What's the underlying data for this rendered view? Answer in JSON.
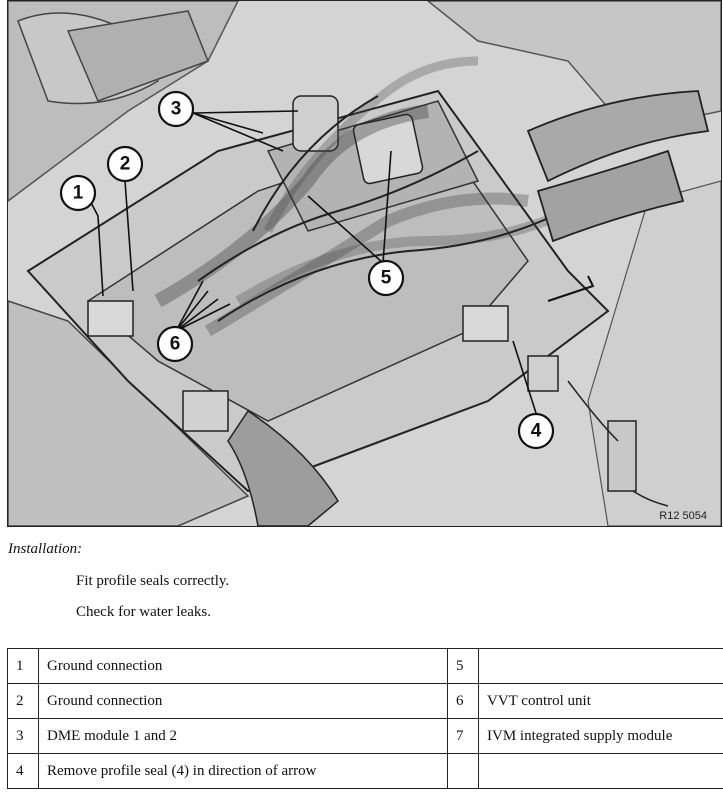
{
  "figure": {
    "image_code": "R12 5054",
    "callouts": [
      "1",
      "2",
      "3",
      "4",
      "5",
      "6"
    ]
  },
  "installation": {
    "title": "Installation:",
    "steps": [
      "Fit profile seals correctly.",
      "Check for water leaks."
    ]
  },
  "legend": {
    "rows": [
      {
        "num1": "1",
        "desc1": "Ground connection",
        "num2": "5",
        "desc2": ""
      },
      {
        "num1": "2",
        "desc1": "Ground connection",
        "num2": "6",
        "desc2": "VVT control unit"
      },
      {
        "num1": "3",
        "desc1": "DME module 1 and 2",
        "num2": "7",
        "desc2": "IVM integrated supply module"
      },
      {
        "num1": "4",
        "desc1": "Remove profile seal (4) in direction of arrow",
        "num2": "",
        "desc2": ""
      }
    ]
  }
}
